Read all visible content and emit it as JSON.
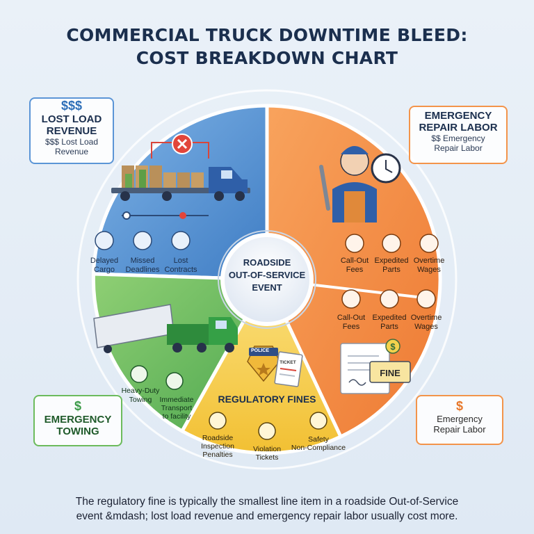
{
  "title_line1": "COMMERCIAL TRUCK DOWNTIME BLEED:",
  "title_line2": "COST BREAKDOWN CHART",
  "center": {
    "line1": "ROADSIDE",
    "line2": "OUT-OF-SERVICE",
    "line3": "EVENT"
  },
  "callouts": {
    "lost_load": {
      "symbol": "$$$",
      "head1": "LOST LOAD",
      "head2": "REVENUE",
      "sub1": "$$$ Lost Load",
      "sub2": "Revenue",
      "color": "#2e6fb8"
    },
    "repair_top": {
      "head1": "EMERGENCY",
      "head2": "REPAIR LABOR",
      "sub1": "$$ Emergency",
      "sub2": "Repair Labor",
      "color": "#e7772a"
    },
    "towing": {
      "symbol": "$",
      "head1": "EMERGENCY",
      "head2": "TOWING",
      "color": "#3b9a48"
    },
    "repair_bottom": {
      "symbol": "$",
      "line1": "Emergency",
      "line2": "Repair Labor",
      "color": "#e7772a"
    }
  },
  "segments": {
    "blue": {
      "color": "#5b95d6",
      "items": [
        {
          "icon": "delayed-cargo-icon",
          "line1": "Delayed",
          "line2": "Cargo"
        },
        {
          "icon": "calendar-icon",
          "line1": "Missed",
          "line2": "Deadlines"
        },
        {
          "icon": "contract-icon",
          "line1": "Lost",
          "line2": "Contracts"
        }
      ]
    },
    "orange_top": {
      "color": "#f3944a",
      "items": [
        {
          "icon": "phone-icon",
          "line1": "Call-Out",
          "line2": "Fees"
        },
        {
          "icon": "gear-icon",
          "line1": "Expedited",
          "line2": "Parts"
        },
        {
          "icon": "stopwatch-icon",
          "line1": "Overtime",
          "line2": "Wages"
        }
      ]
    },
    "orange_bottom": {
      "color": "#f3944a",
      "fine_label": "FINE",
      "items": [
        {
          "icon": "phone-icon",
          "line1": "Call-Out",
          "line2": "Fees"
        },
        {
          "icon": "gear-icon",
          "line1": "Expedited",
          "line2": "Parts"
        },
        {
          "icon": "stopwatch-icon",
          "line1": "Overtime",
          "line2": "Wages"
        }
      ]
    },
    "green": {
      "color": "#6cbb5c",
      "items": [
        {
          "icon": "tow-truck-icon",
          "line1": "Heavy-Duty",
          "line2": "Towing"
        },
        {
          "icon": "transport-truck-icon",
          "line1": "Immediate",
          "line2": "Transport",
          "line3": "to facility"
        }
      ]
    },
    "yellow": {
      "color": "#f6cf4e",
      "heading": "REGULATORY FINES",
      "badge": "POLICE",
      "ticket": "TICKET",
      "items": [
        {
          "icon": "inspector-icon",
          "line1": "Roadside",
          "line2": "Inspection",
          "line3": "Penalties"
        },
        {
          "icon": "ticket-icon",
          "line1": "Violation",
          "line2": "Tickets"
        },
        {
          "icon": "no-entry-icon",
          "line1": "Safety",
          "line2": "Non-Compliance"
        }
      ]
    }
  },
  "footer_line1": "The regulatory fine is typically the smallest line item in a roadside Out-of-Service",
  "footer_line2": "event &mdash; lost load revenue and emergency repair labor usually cost more."
}
